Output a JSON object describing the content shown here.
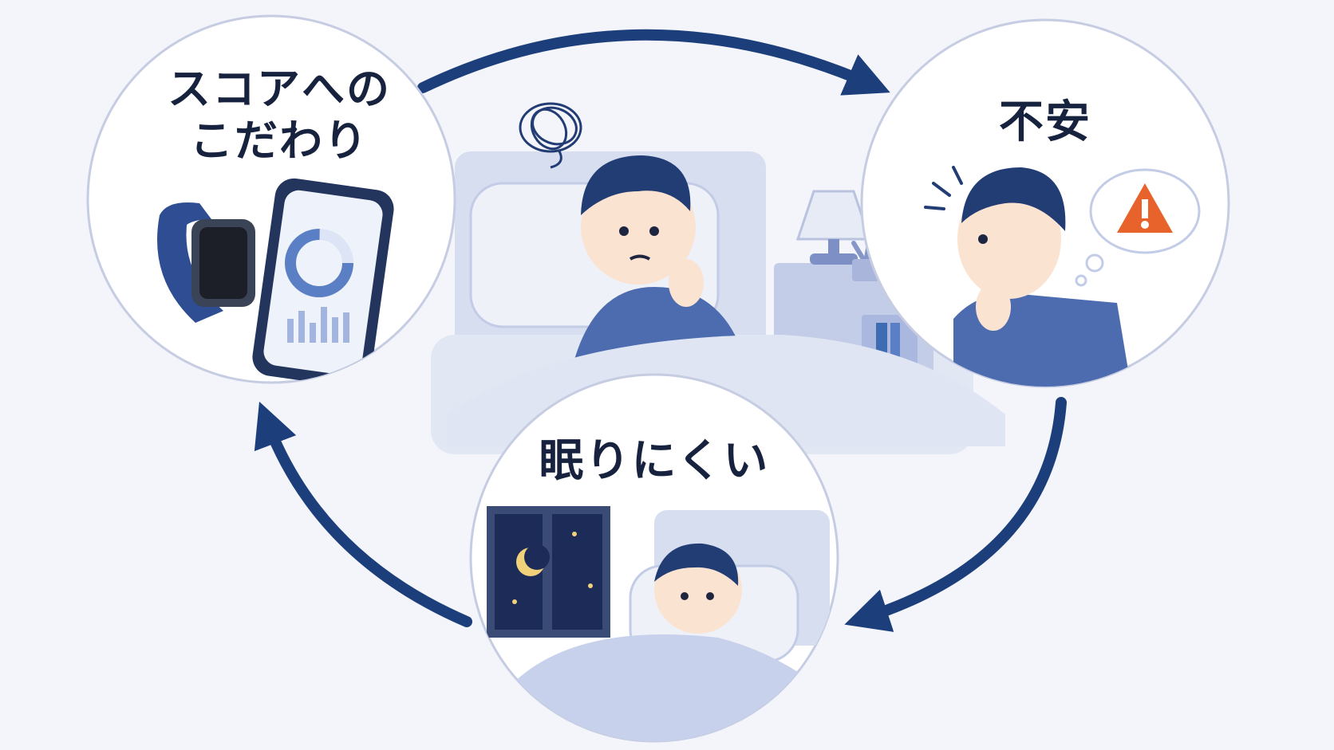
{
  "cycle": {
    "nodes": [
      {
        "id": "score",
        "label_lines": [
          "スコアへの",
          "こだわり"
        ],
        "icons": [
          "smartwatch-icon",
          "smartphone-icon",
          "ring-chart-icon",
          "bar-chart-icon"
        ]
      },
      {
        "id": "anxiety",
        "label_lines": [
          "不安"
        ],
        "icons": [
          "warning-icon",
          "thought-bubble-icon"
        ]
      },
      {
        "id": "insomnia",
        "label_lines": [
          "眠りにくい"
        ],
        "icons": [
          "moon-icon",
          "window-icon"
        ]
      }
    ],
    "arrow_order": [
      "score",
      "anxiety",
      "insomnia",
      "score"
    ],
    "colors": {
      "arrow": "#1c3f7c",
      "text": "#17223f",
      "circle_border": "#c6cde2",
      "illustration": "#9aa9d8",
      "warning": "#e8632c"
    },
    "center_icons": [
      "worried-man-in-bed",
      "scribble-worry-icon",
      "lamp-icon",
      "plant-icon"
    ]
  }
}
